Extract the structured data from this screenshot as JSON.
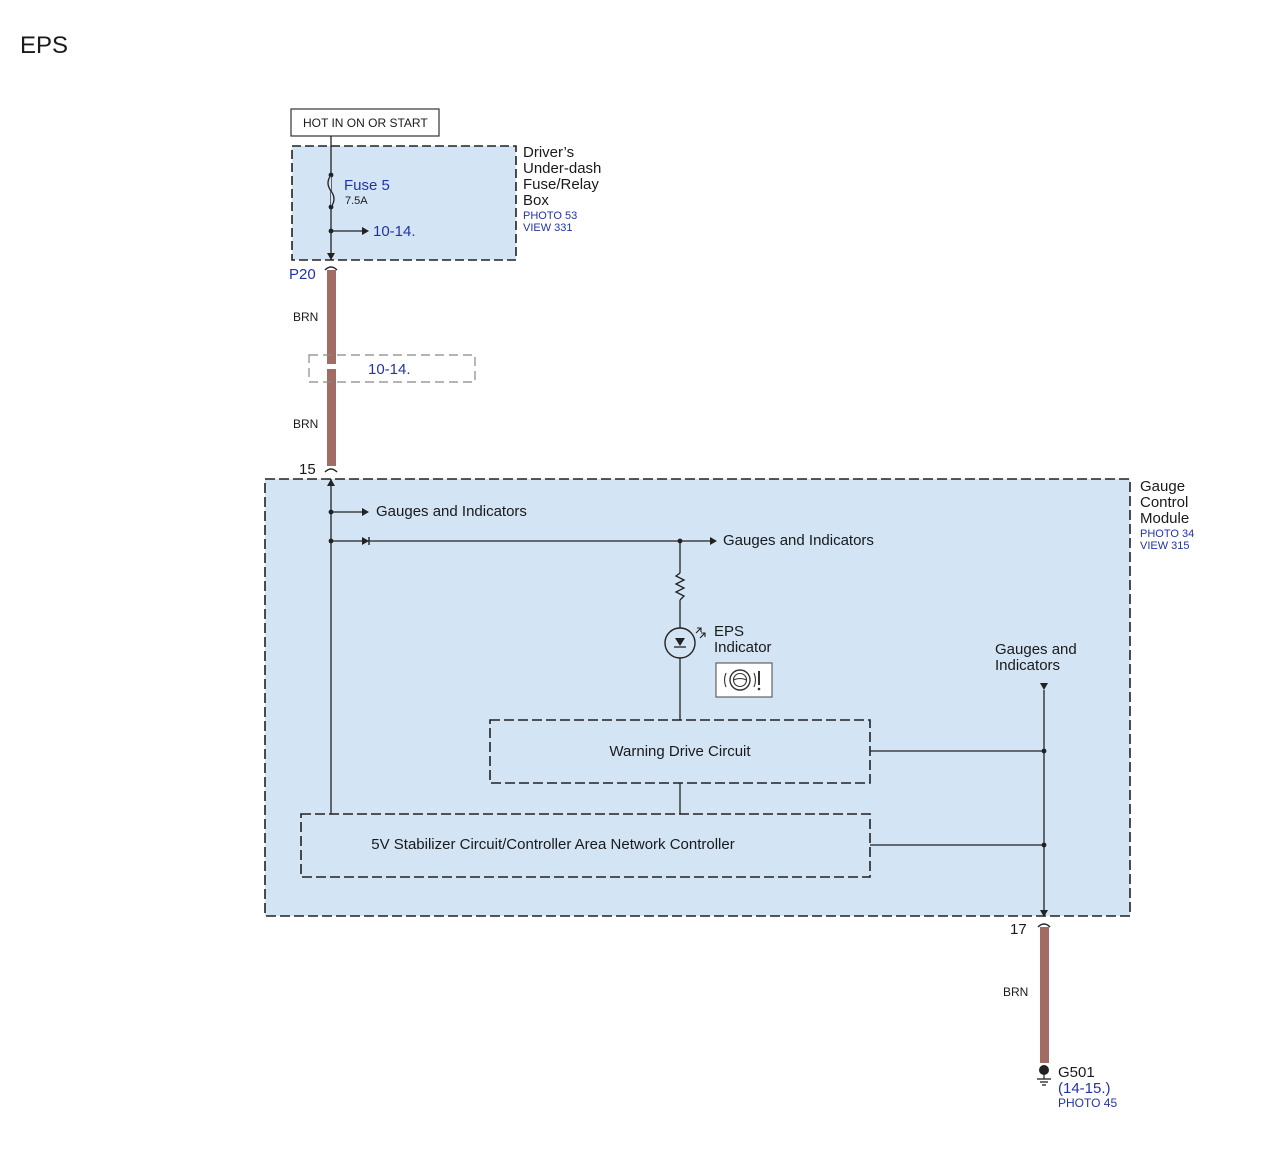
{
  "title": "EPS",
  "power": {
    "label": "HOT IN ON OR START"
  },
  "fuse_box": {
    "name_lines": [
      "Driver’s",
      "Under-dash",
      "Fuse/Relay",
      "Box"
    ],
    "photo": "PHOTO 53",
    "view": "VIEW 331",
    "fuse_name": "Fuse 5",
    "fuse_rating": "7.5A",
    "ref": "10-14."
  },
  "connector_top": "P20",
  "wire_color": "BRN",
  "splice_ref": "10-14.",
  "pin_15": "15",
  "pin_17": "17",
  "gcm": {
    "name_lines": [
      "Gauge",
      "Control",
      "Module"
    ],
    "photo": "PHOTO 34",
    "view": "VIEW 315",
    "out1": "Gauges and Indicators",
    "out2": "Gauges and Indicators",
    "in_lines": [
      "Gauges and",
      "Indicators"
    ],
    "indicator_lines": [
      "EPS",
      "Indicator"
    ],
    "warning_circuit": "Warning Drive Circuit",
    "stabilizer": "5V Stabilizer Circuit/Controller Area Network Controller"
  },
  "ground": {
    "name": "G501",
    "ref": "(14-15.)",
    "photo": "PHOTO 45"
  },
  "colors": {
    "module_fill": "#d3e4f5",
    "wire": "#a26b63",
    "link": "#2233aa"
  }
}
